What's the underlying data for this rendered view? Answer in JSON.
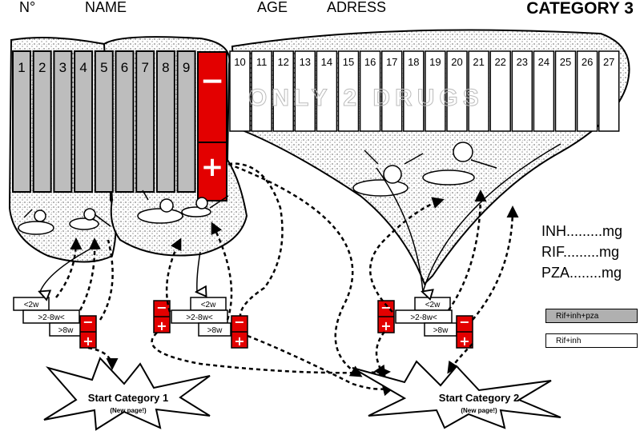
{
  "header": {
    "no_label": "N°",
    "name_label": "NAME",
    "age_label": "AGE",
    "address_label": "ADRESS",
    "category_title": "CATEGORY 3"
  },
  "slots_filled": [
    "1",
    "2",
    "3",
    "4",
    "5",
    "6",
    "7",
    "8",
    "9"
  ],
  "slots_open": [
    "10",
    "11",
    "12",
    "13",
    "14",
    "15",
    "16",
    "17",
    "18",
    "19",
    "20",
    "21",
    "22",
    "23",
    "24",
    "25",
    "26",
    "27"
  ],
  "watermark": "ONLY 2 DRUGS",
  "signs": {
    "minus": "−",
    "plus": "+"
  },
  "decision_labels": {
    "lt2w": "<2w",
    "mid": ">2-8w<",
    "gt8w": ">8w"
  },
  "doses": {
    "inh": "INH.........mg",
    "rif": "RIF.........mg",
    "pza": "PZA........mg"
  },
  "legend": {
    "regimen_a": "Rif+inh+pza",
    "regimen_b": "Rif+inh"
  },
  "outcomes": {
    "cat1_title": "Start Category 1",
    "cat1_sub": "(New     page!)",
    "cat2_title": "Start Category 2",
    "cat2_sub": "(New     page!)"
  },
  "colors": {
    "filled_slot": "#bdbdbd",
    "accent_red": "#e30000",
    "legend_a_fill": "#b0b0b0",
    "stipple": "#000000"
  }
}
